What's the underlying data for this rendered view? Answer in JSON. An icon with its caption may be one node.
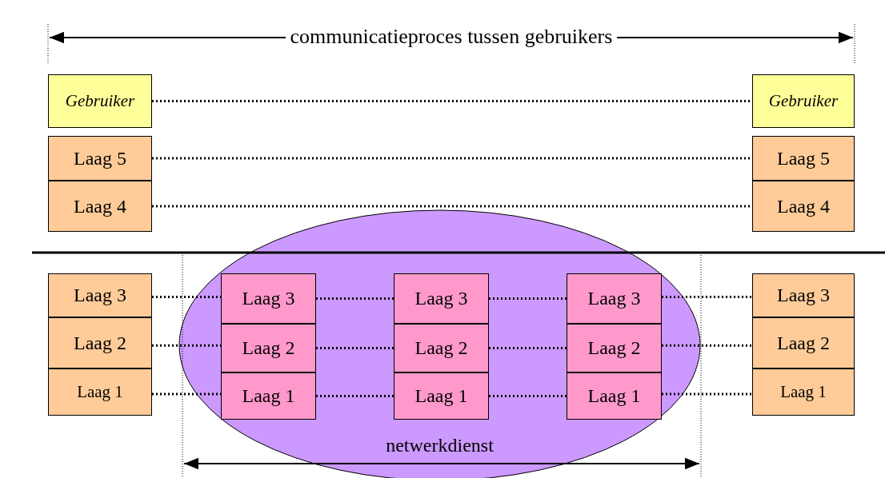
{
  "diagram": {
    "nodes": [
      {
        "text": [
          "Gebruiker"
        ]
      },
      {
        "text": [
          "Gebruiker"
        ]
      },
      {
        "text": [
          "Laag 5"
        ]
      },
      {
        "text": [
          "Laag 5"
        ]
      },
      {
        "text": [
          "Laag 4"
        ]
      },
      {
        "text": [
          "Laag 4"
        ]
      },
      {
        "text": [
          "Laag 3"
        ]
      },
      {
        "text": [
          "Laag 2"
        ]
      },
      {
        "text": [
          "Laag 1"
        ]
      },
      {
        "text": [
          "netwerkdienst"
        ]
      },
      {
        "text": [
          "Laag 3"
        ],
        "in": 9
      },
      {
        "text": [
          "Laag 2"
        ],
        "in": 9
      },
      {
        "text": [
          "Laag 1"
        ],
        "in": 9
      },
      {
        "text": [
          "Laag 3"
        ],
        "in": 9
      },
      {
        "text": [
          "Laag 2"
        ],
        "in": 9
      },
      {
        "text": [
          "Laag 1"
        ],
        "in": 9
      },
      {
        "text": [
          "Laag 3"
        ],
        "in": 9
      },
      {
        "text": [
          "Laag 2"
        ],
        "in": 9
      },
      {
        "text": [
          "Laag 1"
        ],
        "in": 9
      },
      {
        "text": [
          "Laag 3"
        ]
      },
      {
        "text": [
          "Laag 2"
        ]
      },
      {
        "text": [
          "Laag 1"
        ]
      }
    ],
    "edges": [
      {
        "from": 0,
        "to": 1,
        "arrow": "none",
        "style": "dashed"
      },
      {
        "from": 2,
        "to": 3,
        "arrow": "none",
        "style": "dashed"
      },
      {
        "from": 4,
        "to": 5,
        "arrow": "none",
        "style": "dashed"
      },
      {
        "from": 6,
        "to": 10,
        "arrow": "none",
        "style": "dashed"
      },
      {
        "from": 10,
        "to": 13,
        "arrow": "none",
        "style": "dashed"
      },
      {
        "from": 13,
        "to": 16,
        "arrow": "none",
        "style": "dashed"
      },
      {
        "from": 16,
        "to": 19,
        "arrow": "none",
        "style": "dashed"
      },
      {
        "from": 7,
        "to": 11,
        "arrow": "none",
        "style": "dashed"
      },
      {
        "from": 11,
        "to": 14,
        "arrow": "none",
        "style": "dashed"
      },
      {
        "from": 14,
        "to": 17,
        "arrow": "none",
        "style": "dashed"
      },
      {
        "from": 17,
        "to": 20,
        "arrow": "none",
        "style": "dashed"
      },
      {
        "from": 8,
        "to": 12,
        "arrow": "none",
        "style": "dashed"
      },
      {
        "from": 12,
        "to": 15,
        "arrow": "none",
        "style": "dashed"
      },
      {
        "from": 15,
        "to": 18,
        "arrow": "none",
        "style": "dashed"
      },
      {
        "from": 18,
        "to": 21,
        "arrow": "none",
        "style": "dashed"
      }
    ],
    "labels": [
      "communicatieproces tussen gebruikers"
    ]
  }
}
